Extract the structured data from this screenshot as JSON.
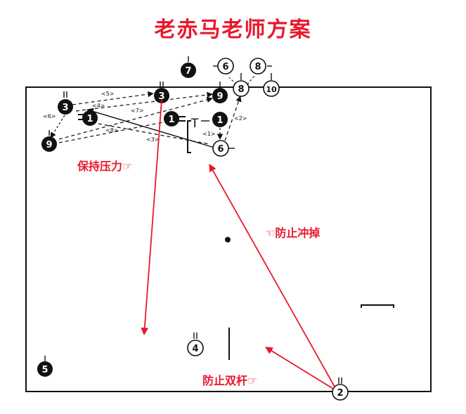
{
  "title": "老赤马老师方案",
  "annotations": {
    "keep_pressure": "保持压力☞",
    "prevent_rush": "☜防止冲掉",
    "prevent_double_pole": "防止双杆☞"
  },
  "players": {
    "p7": {
      "number": "7",
      "style": "dark"
    },
    "p6_top": {
      "number": "6",
      "style": "light"
    },
    "p8_top": {
      "number": "8",
      "style": "light"
    },
    "p8_mid": {
      "number": "8",
      "style": "light"
    },
    "p10": {
      "number": "10",
      "style": "light"
    },
    "p3_left": {
      "number": "3",
      "style": "dark"
    },
    "p3_center": {
      "number": "3",
      "style": "dark"
    },
    "p9_top": {
      "number": "9",
      "style": "dark"
    },
    "p1_left": {
      "number": "1",
      "style": "dark"
    },
    "p1_center": {
      "number": "1",
      "style": "dark"
    },
    "p1_right": {
      "number": "1",
      "style": "dark"
    },
    "p9_left": {
      "number": "9",
      "style": "dark"
    },
    "p6_lower": {
      "number": "6",
      "style": "light"
    },
    "p4": {
      "number": "4",
      "style": "light"
    },
    "p5": {
      "number": "5",
      "style": "dark"
    },
    "p2": {
      "number": "2",
      "style": "light"
    }
  },
  "play_labels": {
    "s1": "<1>",
    "s2": "<2>",
    "s3": "<3>",
    "s4": "<4>",
    "s5": "<5>",
    "s6": "<6>",
    "s7": "<7>",
    "s8": "<8>",
    "t_mark": "T"
  },
  "colors": {
    "annotation_red": "#e8192c",
    "player_dark": "#111111",
    "player_light": "#ffffff",
    "line": "#111111"
  }
}
